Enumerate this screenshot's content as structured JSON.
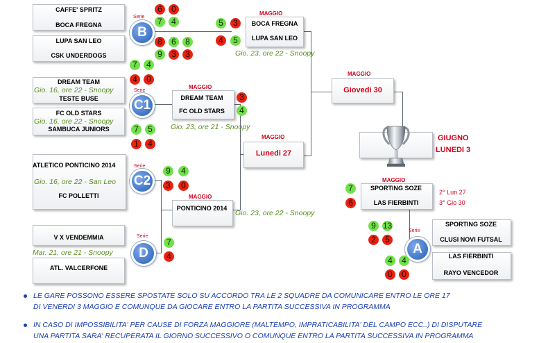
{
  "series_label": "Serie",
  "month_label": "MAGGIO",
  "group_b": {
    "letter": "B",
    "team1": "CAFFE' SPRITZ",
    "team2": "BOCA FREGNA",
    "team3": "LUPA SAN LEO",
    "team4": "CSK UNDERDOGS",
    "scores_row1": [
      "6",
      "0"
    ],
    "scores_row2": [
      "7",
      "4"
    ],
    "scores_row3": [
      "8",
      "6",
      "8"
    ],
    "scores_row4": [
      "9",
      "3",
      "3"
    ]
  },
  "semi_b": {
    "month": "MAGGIO",
    "team1": "BOCA FREGNA",
    "team2": "LUPA SAN LEO",
    "scores1": [
      "5",
      "3"
    ],
    "scores2": [
      "4",
      "5"
    ],
    "schedule": "Gio. 23, ore 22 - Snoopy"
  },
  "group_c1": {
    "letter": "C1",
    "team1": "DREAM TEAM",
    "team2": "TESTE BUSE",
    "team3": "FC OLD STARS",
    "team4": "SAMBUCA JUNIORS",
    "schedule1": "Gio. 16, ore 22 - Snoopy",
    "schedule2": "Gio. 16, ore 22 - Snoopy",
    "scores_top1": [
      "7",
      "4"
    ],
    "scores_top2": [
      "4",
      "0"
    ],
    "scores_bot1": [
      "7",
      "5"
    ],
    "scores_bot2": [
      "1",
      "4"
    ]
  },
  "semi_c1": {
    "month": "MAGGIO",
    "team1": "DREAM TEAM",
    "team2": "FC OLD STARS",
    "score1": "3",
    "score2": "4",
    "schedule": "Gio. 23, ore 21 - Snoopy"
  },
  "group_c2": {
    "letter": "C2",
    "team1": "ATLETICO PONTICINO 2014",
    "team2": "FC POLLETTI",
    "schedule": "Gio. 16, ore 22 - San Leo",
    "scores1": [
      "9",
      "4"
    ],
    "scores2": [
      "3",
      "0"
    ]
  },
  "semi_c2": {
    "month": "MAGGIO",
    "team": "PONTICINO 2014",
    "schedule": "Gio. 23, ore 22 - Snoopy"
  },
  "group_d": {
    "letter": "D",
    "team1": "V X VENDEMMIA",
    "team2": "ATL. VALCERFONE",
    "schedule": "Mar. 21, ore 21 - Snoopy",
    "score1": "7",
    "score2": "4"
  },
  "final_top": {
    "month": "MAGGIO",
    "label": "Giovedi 30"
  },
  "final_bottom": {
    "month": "MAGGIO",
    "label": "Lunedi 27"
  },
  "trophy": {
    "month": "GIUGNO",
    "day": "LUNEDI 3"
  },
  "semi_a": {
    "month": "MAGGIO",
    "team1": "SPORTING SOZE",
    "team2": "LAS FIERBINTI",
    "score1": "7",
    "score2": "6",
    "note1": "2° Lun 27",
    "note2": "3° Gio 30"
  },
  "group_a": {
    "letter": "A",
    "team1": "SPORTING SOZE",
    "team2": "CLUSI NOVI FUTSAL",
    "team3": "LAS FIERBINTI",
    "team4": "RAYO VENCEDOR",
    "scores_row1": [
      "9",
      "13"
    ],
    "scores_row2": [
      "2",
      "5"
    ],
    "scores_row3": [
      "4",
      "4"
    ],
    "scores_row4": [
      "0",
      "0"
    ]
  },
  "notes": [
    {
      "line1": "LE GARE POSSONO ESSERE SPOSTATE SOLO SU ACCORDO TRA LE 2 SQUADRE DA COMUNICARE ENTRO LE ORE 17",
      "line2": "DI VENERDI 3 MAGGIO E COMUNQUE DA GIOCARE ENTRO LA PARTITA SUCCESSIVA IN PROGRAMMA"
    },
    {
      "line1": "IN CASO DI IMPOSSIBILITA'  PER CAUSE DI FORZA MAGGIORE (MALTEMPO, IMPRATICABILITA' DEL CAMPO ECC..) DI DISPUTARE",
      "line2": "UNA PARTITA SARA' RECUPERATA IL GIORNO SUCCESSIVO O COMUNQUE ENTRO LA PARTITA SUCCESSIVA IN PROGRAMMA"
    }
  ],
  "colors": {
    "win": "#72e04a",
    "loss": "#e8230f",
    "accent_red": "#d0021b",
    "schedule_green": "#5a8e1e",
    "note_blue": "#1a3fb0",
    "circle_blue": "#3f74c6"
  }
}
